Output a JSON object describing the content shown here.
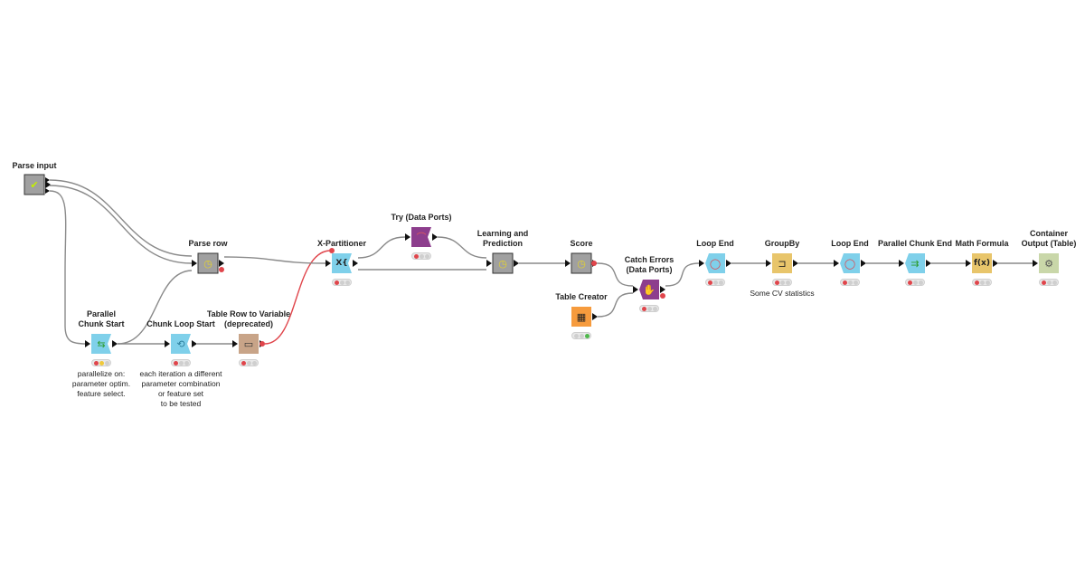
{
  "colors": {
    "manipulator": "#e8c56b",
    "loop": "#7fd0ea",
    "learner": "#a0a0a0",
    "source": "#f69b3d",
    "flow": "#8d3e8d",
    "other": "#c8a488",
    "output": "#c9d7a9",
    "edge": "#8a8a8a",
    "variable_edge": "#e0454b"
  },
  "nodes": [
    {
      "id": "parse_input",
      "title": "Parse input",
      "icon": "check-icon",
      "kind": "learner"
    },
    {
      "id": "parse_row",
      "title": "Parse row",
      "icon": "metanode-icon",
      "kind": "learner"
    },
    {
      "id": "parallel_chunk_start",
      "title": "Parallel\nChunk Start",
      "icon": "parallel-icon",
      "kind": "loop",
      "annotation": "parallelize on:\nparameter optim.\nfeature select."
    },
    {
      "id": "chunk_loop_start",
      "title": "Chunk Loop Start",
      "icon": "loop-icon",
      "kind": "loop",
      "annotation": "each iteration a different\nparameter combination\nor feature set\nto be tested"
    },
    {
      "id": "table_row_to_variable",
      "title": "Table Row to Variable\n(deprecated)",
      "icon": "variable-icon",
      "kind": "other"
    },
    {
      "id": "x_partitioner",
      "title": "X-Partitioner",
      "icon": "partition-icon",
      "kind": "loop"
    },
    {
      "id": "try",
      "title": "Try (Data Ports)",
      "icon": "try-icon",
      "kind": "flow"
    },
    {
      "id": "learning_prediction",
      "title": "Learning and\nPrediction",
      "icon": "metanode-icon",
      "kind": "learner"
    },
    {
      "id": "score",
      "title": "Score",
      "icon": "metanode-icon",
      "kind": "learner"
    },
    {
      "id": "catch_errors",
      "title": "Catch Errors\n(Data Ports)",
      "icon": "catch-icon",
      "kind": "flow"
    },
    {
      "id": "table_creator",
      "title": "Table Creator",
      "icon": "table-icon",
      "kind": "source"
    },
    {
      "id": "loop_end_1",
      "title": "Loop End",
      "icon": "loop-end-icon",
      "kind": "loop"
    },
    {
      "id": "groupby",
      "title": "GroupBy",
      "icon": "groupby-icon",
      "kind": "manipulator",
      "annotation": "Some CV statistics"
    },
    {
      "id": "loop_end_2",
      "title": "Loop End",
      "icon": "loop-end-icon",
      "kind": "loop"
    },
    {
      "id": "parallel_chunk_end",
      "title": "Parallel Chunk End",
      "icon": "parallel-end-icon",
      "kind": "loop"
    },
    {
      "id": "math_formula",
      "title": "Math Formula",
      "icon": "formula-icon",
      "kind": "manipulator"
    },
    {
      "id": "container_output",
      "title": "Container\nOutput (Table)",
      "icon": "gear-icon",
      "kind": "output"
    }
  ],
  "status_lights": {
    "parallel_chunk_start": [
      "red",
      "warning",
      "off"
    ],
    "chunk_loop_start": [
      "red",
      "off",
      "off"
    ],
    "table_row_to_variable": [
      "red",
      "off",
      "off"
    ],
    "x_partitioner": [
      "red",
      "off",
      "off"
    ],
    "try": [
      "red",
      "off",
      "off"
    ],
    "catch_errors": [
      "red",
      "off",
      "off"
    ],
    "table_creator": [
      "off",
      "off",
      "green"
    ],
    "loop_end_1": [
      "red",
      "off",
      "off"
    ],
    "groupby": [
      "red",
      "off",
      "off"
    ],
    "loop_end_2": [
      "red",
      "off",
      "off"
    ],
    "parallel_chunk_end": [
      "red",
      "off",
      "off"
    ],
    "math_formula": [
      "red",
      "off",
      "off"
    ],
    "container_output": [
      "red",
      "off",
      "off"
    ]
  },
  "edges": [
    {
      "from": "parse_input",
      "to": "parse_row",
      "type": "data"
    },
    {
      "from": "parse_input",
      "to": "parse_row",
      "type": "data"
    },
    {
      "from": "parse_input",
      "to": "parallel_chunk_start",
      "type": "data"
    },
    {
      "from": "parallel_chunk_start",
      "to": "chunk_loop_start",
      "type": "data"
    },
    {
      "from": "parallel_chunk_start",
      "to": "parse_row",
      "type": "data"
    },
    {
      "from": "chunk_loop_start",
      "to": "table_row_to_variable",
      "type": "data"
    },
    {
      "from": "table_row_to_variable",
      "to": "x_partitioner",
      "type": "variable"
    },
    {
      "from": "parse_row",
      "to": "x_partitioner",
      "type": "data"
    },
    {
      "from": "x_partitioner",
      "to": "try",
      "type": "data"
    },
    {
      "from": "x_partitioner",
      "to": "learning_prediction",
      "type": "data"
    },
    {
      "from": "try",
      "to": "learning_prediction",
      "type": "data"
    },
    {
      "from": "learning_prediction",
      "to": "score",
      "type": "data"
    },
    {
      "from": "score",
      "to": "catch_errors",
      "type": "data"
    },
    {
      "from": "table_creator",
      "to": "catch_errors",
      "type": "data"
    },
    {
      "from": "catch_errors",
      "to": "loop_end_1",
      "type": "data"
    },
    {
      "from": "loop_end_1",
      "to": "groupby",
      "type": "data"
    },
    {
      "from": "groupby",
      "to": "loop_end_2",
      "type": "data"
    },
    {
      "from": "loop_end_2",
      "to": "parallel_chunk_end",
      "type": "data"
    },
    {
      "from": "parallel_chunk_end",
      "to": "math_formula",
      "type": "data"
    },
    {
      "from": "math_formula",
      "to": "container_output",
      "type": "data"
    }
  ]
}
